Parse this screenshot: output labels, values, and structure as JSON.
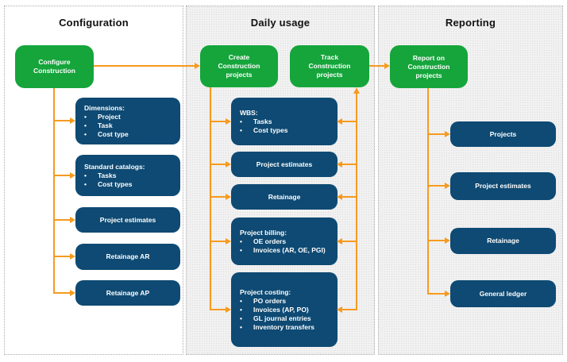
{
  "diagram": {
    "colors": {
      "green": "#15a53b",
      "dark_blue": "#0e4a73",
      "orange": "#f79a1f"
    },
    "columns": [
      {
        "title": "Configuration",
        "root": "Configure Construction",
        "boxes": [
          {
            "title": "Dimensions:",
            "items": [
              "Project",
              "Task",
              "Cost type"
            ]
          },
          {
            "title": "Standard catalogs:",
            "items": [
              "Tasks",
              "Cost types"
            ]
          },
          {
            "label": "Project estimates"
          },
          {
            "label": "Retainage AR"
          },
          {
            "label": "Retainage AP"
          }
        ]
      },
      {
        "title": "Daily usage",
        "roots": [
          "Create Construction projects",
          "Track Construction projects"
        ],
        "boxes": [
          {
            "title": "WBS:",
            "items": [
              "Tasks",
              "Cost types"
            ]
          },
          {
            "label": "Project estimates"
          },
          {
            "label": "Retainage"
          },
          {
            "title": "Project billing:",
            "items": [
              "OE orders",
              "Invoices (AR, OE, PGI)"
            ]
          },
          {
            "title": "Project costing:",
            "items": [
              "PO orders",
              "Invoices (AP, PO)",
              "GL journal entries",
              "Inventory transfers"
            ]
          }
        ]
      },
      {
        "title": "Reporting",
        "root": "Report on Construction projects",
        "boxes": [
          {
            "label": "Projects"
          },
          {
            "label": "Project estimates"
          },
          {
            "label": "Retainage"
          },
          {
            "label": "General ledger"
          }
        ]
      }
    ]
  }
}
